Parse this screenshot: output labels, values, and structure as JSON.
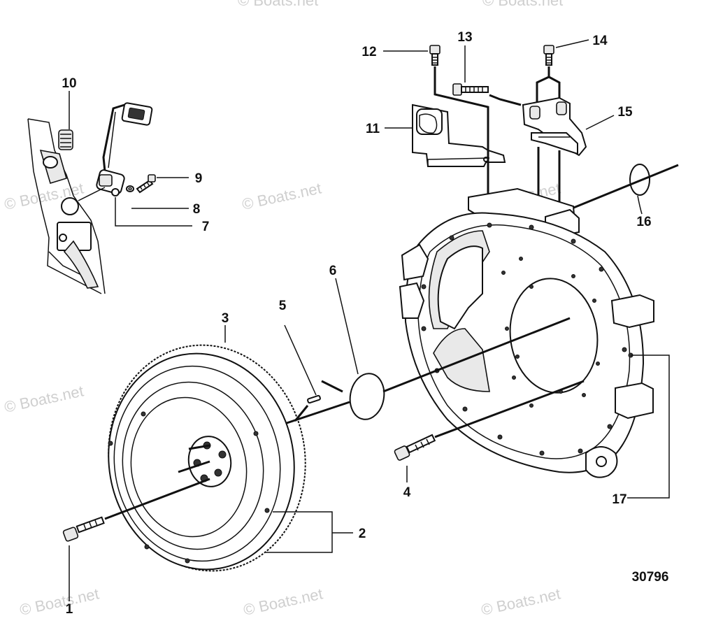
{
  "watermark": "© Boats.net",
  "part_number": "30796",
  "callouts": [
    "1",
    "2",
    "3",
    "4",
    "5",
    "6",
    "7",
    "8",
    "9",
    "10",
    "11",
    "12",
    "13",
    "14",
    "15",
    "16",
    "17"
  ]
}
